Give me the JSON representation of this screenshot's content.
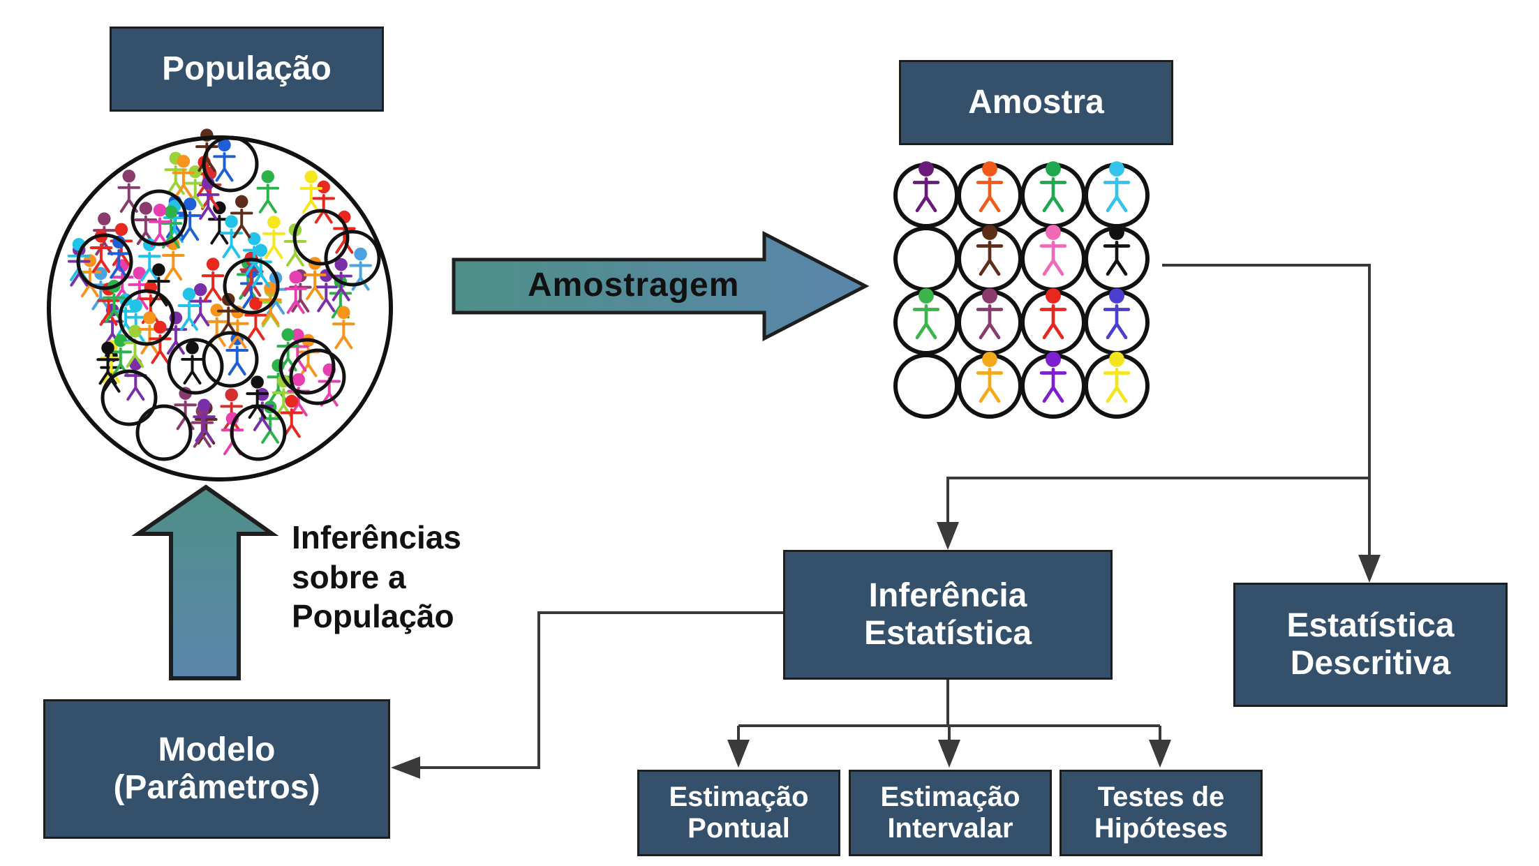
{
  "boxes": {
    "populacao": "População",
    "amostra": "Amostra",
    "inferencia": {
      "line1": "Inferência",
      "line2": "Estatística"
    },
    "descritiva": {
      "line1": "Estatística",
      "line2": "Descritiva"
    },
    "modelo": {
      "line1": "Modelo",
      "line2": "(Parâmetros)"
    },
    "pontual": {
      "line1": "Estimação",
      "line2": "Pontual"
    },
    "intervalar": {
      "line1": "Estimação",
      "line2": "Intervalar"
    },
    "testes": {
      "line1": "Testes de",
      "line2": "Hipóteses"
    }
  },
  "arrows": {
    "amostragem": "Amostragem",
    "inferencias": {
      "line1": "Inferências",
      "line2": "sobre a",
      "line3": "População"
    }
  },
  "colors": {
    "box_fill": "#34506a",
    "arrow_gradient_start": "#4f8f88",
    "arrow_gradient_end": "#5a85ab",
    "connector": "#3a3a3a"
  },
  "figure_colors": [
    "#e8281e",
    "#f7941d",
    "#f5e61e",
    "#2bb34a",
    "#21c4e8",
    "#1f5fd6",
    "#7a2ea8",
    "#e83fb0",
    "#5b2d1a",
    "#111111",
    "#8a3b6e",
    "#d62f2f",
    "#9bd23a",
    "#4aa3df"
  ],
  "sample_colors": [
    "#6a1b7a",
    "#f05a1a",
    "#1fa84f",
    "#35c3ec",
    "none",
    "#5b2d1a",
    "#f06ab6",
    "#111111",
    "#3bb54a",
    "#8a3b6e",
    "#e8281e",
    "#4b3fd0",
    "none",
    "#f4a81c",
    "#7b1fd0",
    "#f2e61e"
  ]
}
